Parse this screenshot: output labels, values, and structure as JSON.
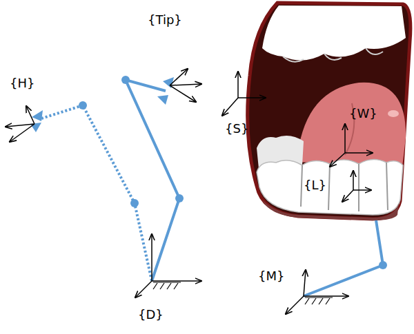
{
  "diagram": {
    "labels": [
      "{Tip}",
      "{H}",
      "{S}",
      "{W}",
      "{L}",
      "{M}",
      "{D}"
    ]
  }
}
